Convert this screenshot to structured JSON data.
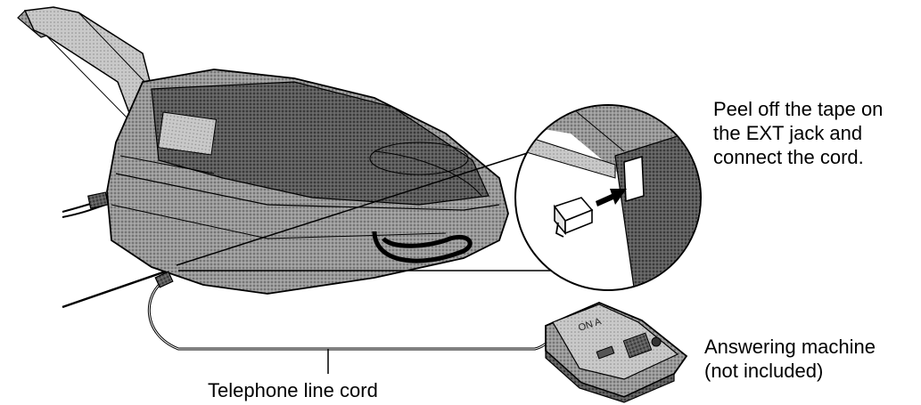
{
  "labels": {
    "peel_line1": "Peel off the tape on",
    "peel_line2": "the EXT jack and",
    "peel_line3": "connect the cord.",
    "answering_line1": "Answering machine",
    "answering_line2": "(not included)",
    "telephone_cord": "Telephone line cord"
  },
  "answering_machine_display": "ON A",
  "colors": {
    "ink": "#000000",
    "paper": "#ffffff",
    "device_shade": "#8a8a8a",
    "device_dark": "#3f3f3f"
  }
}
